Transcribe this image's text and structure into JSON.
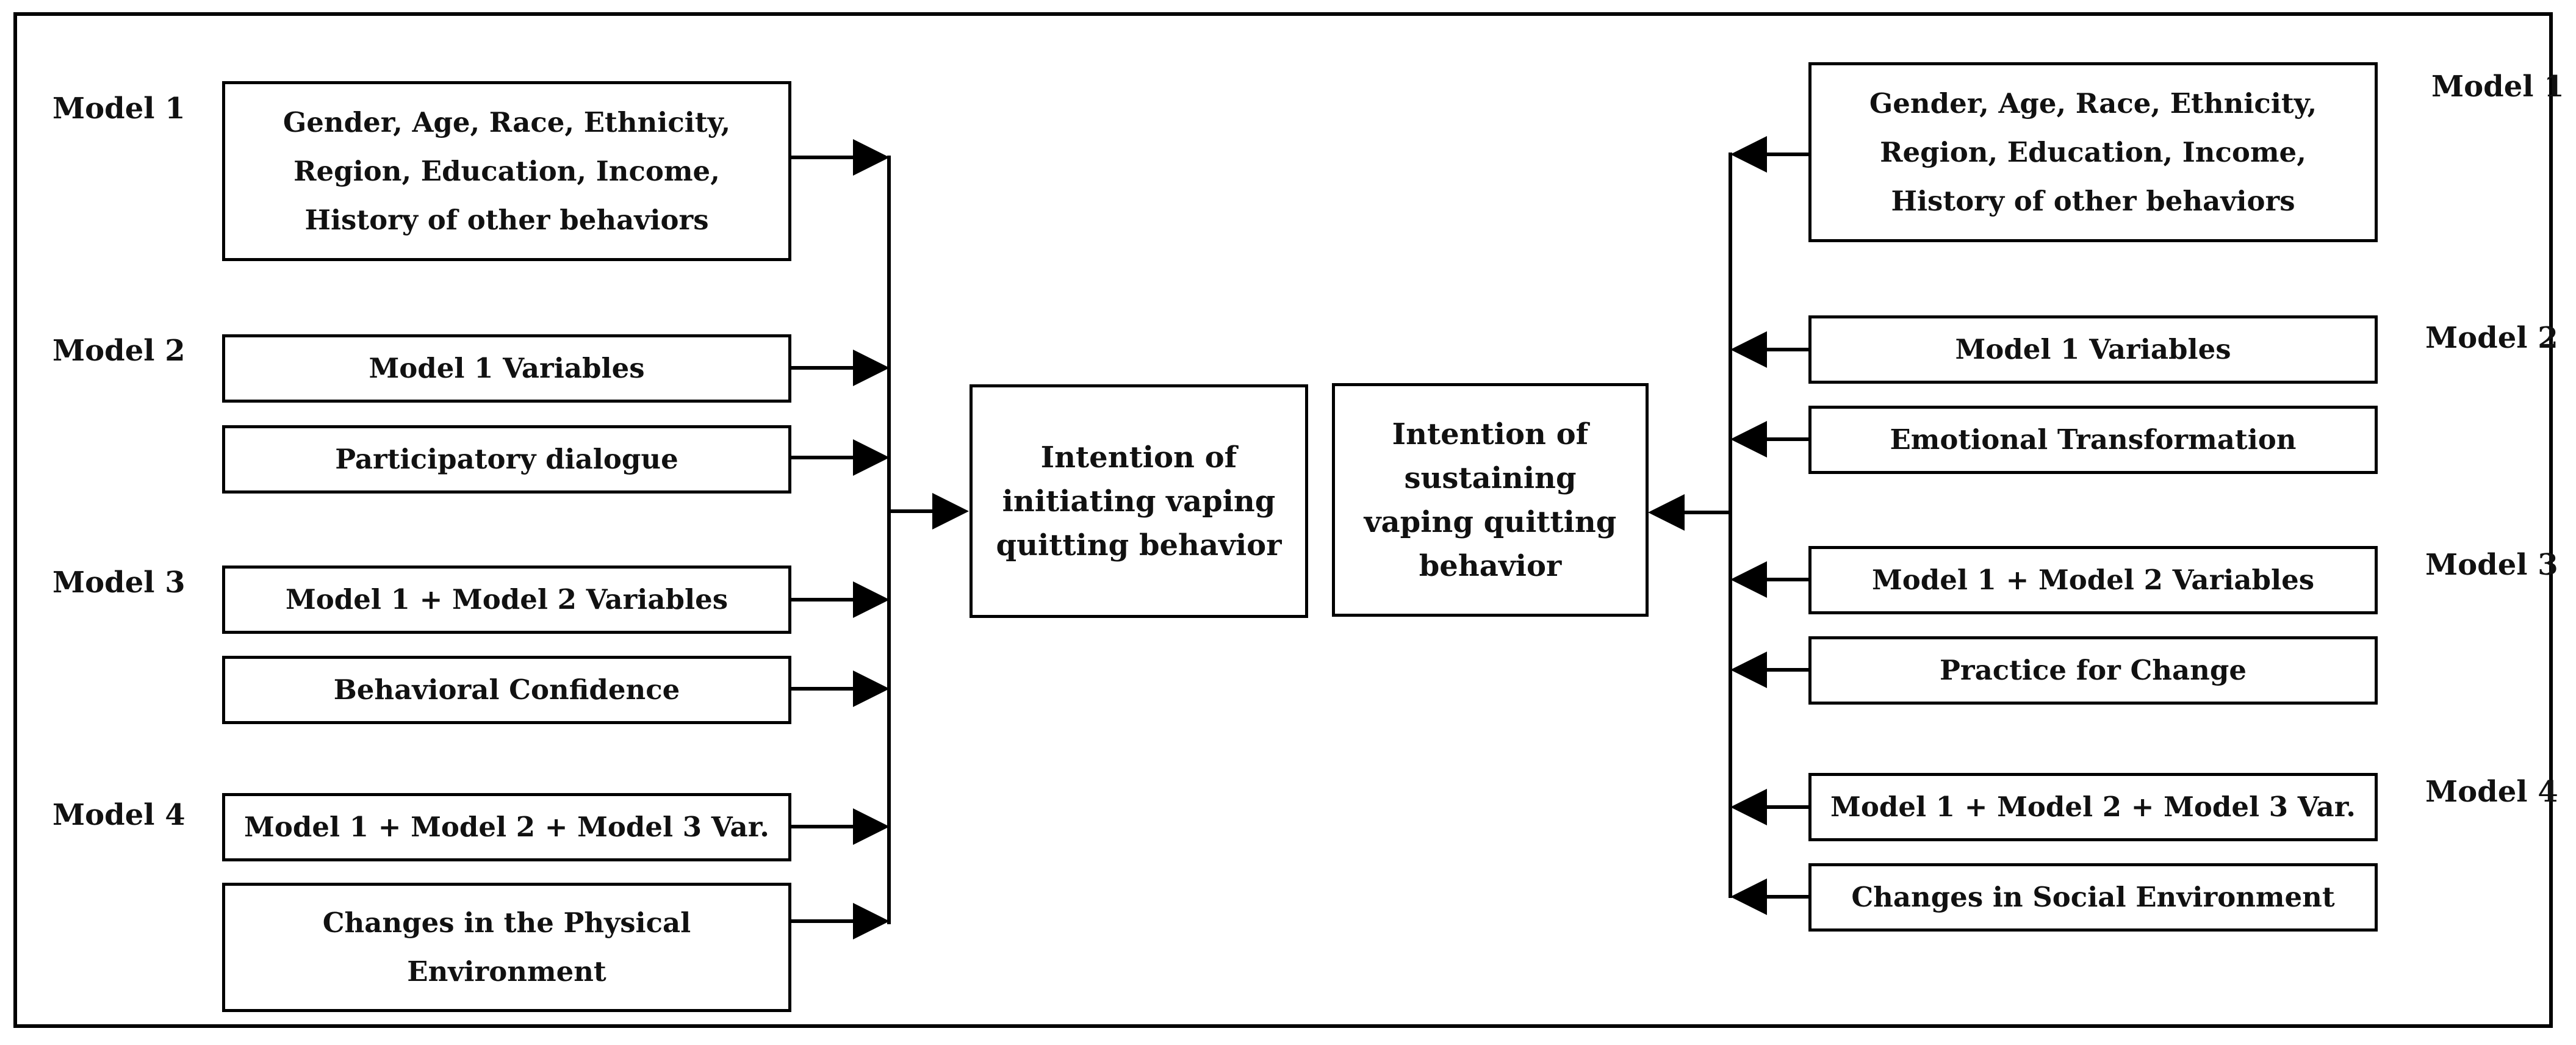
{
  "left": {
    "models": [
      "Model 1",
      "Model 2",
      "Model 3",
      "Model 4"
    ],
    "boxes": [
      [
        "Gender, Age, Race, Ethnicity,",
        "Region, Education, Income,",
        "History of other behaviors"
      ],
      [
        "Model 1 Variables"
      ],
      [
        "Participatory dialogue"
      ],
      [
        "Model 1 + Model 2 Variables"
      ],
      [
        "Behavioral Confidence"
      ],
      [
        "Model 1 + Model 2 + Model 3 Var."
      ],
      [
        "Changes in the Physical",
        "Environment"
      ]
    ],
    "outcome": [
      "Intention of",
      "initiating vaping",
      "quitting behavior"
    ]
  },
  "right": {
    "models": [
      "Model 1",
      "Model 2",
      "Model 3",
      "Model 4"
    ],
    "boxes": [
      [
        "Gender, Age, Race, Ethnicity,",
        "Region, Education, Income,",
        "History of other behaviors"
      ],
      [
        "Model 1 Variables"
      ],
      [
        "Emotional Transformation"
      ],
      [
        "Model 1 + Model 2 Variables"
      ],
      [
        "Practice for Change"
      ],
      [
        "Model 1 + Model 2 + Model 3 Var."
      ],
      [
        "Changes in Social Environment"
      ]
    ],
    "outcome": [
      "Intention of",
      "sustaining",
      "vaping quitting",
      "behavior"
    ]
  }
}
